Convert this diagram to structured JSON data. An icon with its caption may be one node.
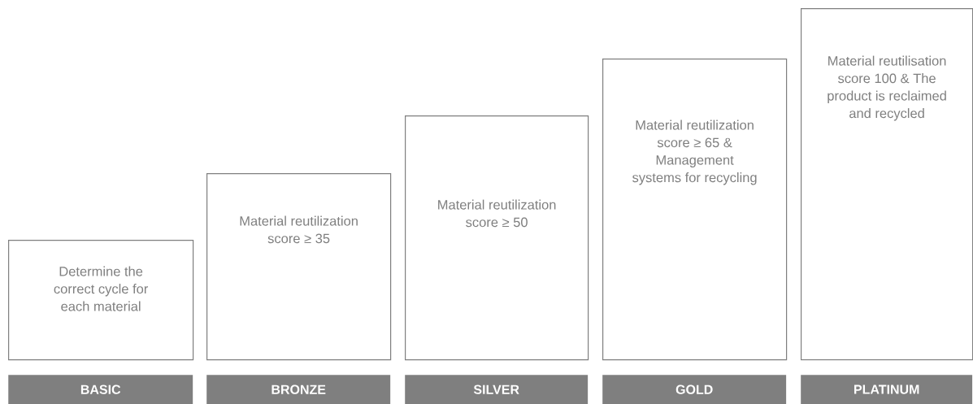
{
  "diagram": {
    "nodes": [
      {
        "text": [
          "Determine the correct cycle for each material"
        ]
      },
      {
        "text": [
          "Material reutilization score ≥ 35"
        ]
      },
      {
        "text": [
          "Material reutilization score ≥ 50"
        ]
      },
      {
        "text": [
          "Material reutilization score ≥ 65 & Management systems for recycling"
        ]
      },
      {
        "text": [
          "Material reutilisation score 100 & The product is reclaimed and recycled"
        ]
      },
      {
        "text": [
          "BASIC"
        ]
      },
      {
        "text": [
          "BRONZE"
        ]
      },
      {
        "text": [
          "SILVER"
        ]
      },
      {
        "text": [
          "GOLD"
        ]
      },
      {
        "text": [
          "PLATINUM"
        ]
      }
    ]
  }
}
